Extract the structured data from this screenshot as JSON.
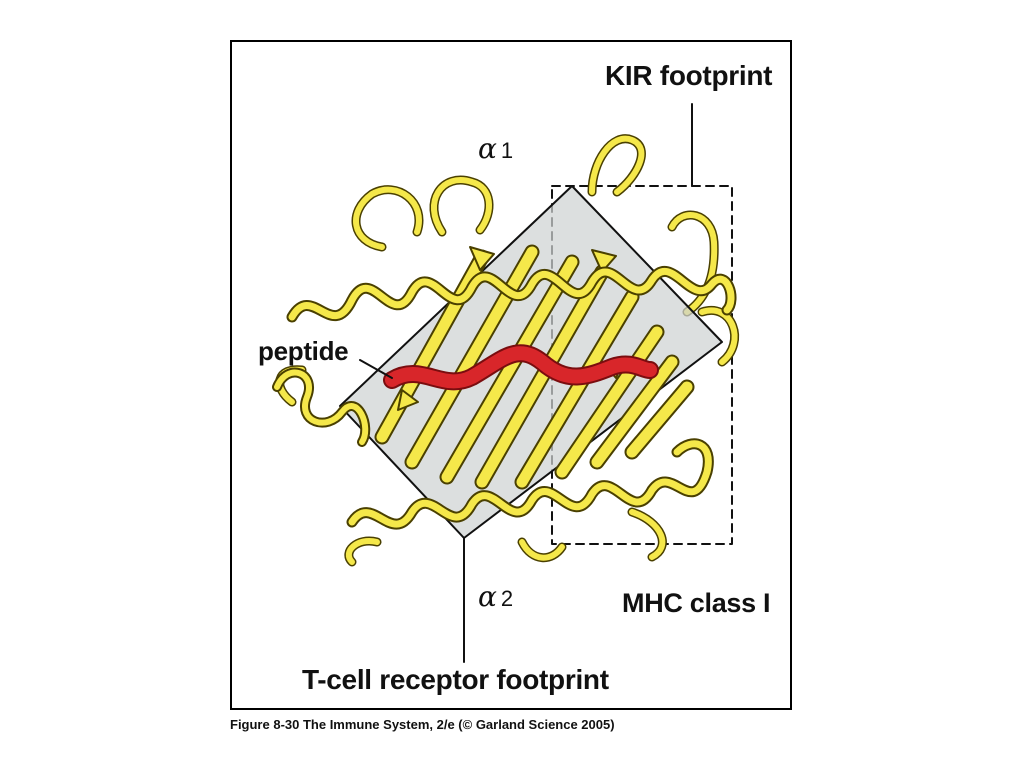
{
  "labels": {
    "kir_footprint": "KIR footprint",
    "peptide": "peptide",
    "mhc_class": "MHC class I",
    "tcr_footprint": "T-cell receptor footprint",
    "alpha1_symbol": "α",
    "alpha1_sub": "1",
    "alpha2_symbol": "α",
    "alpha2_sub": "2"
  },
  "caption": "Figure 8-30 The Immune System, 2/e (© Garland Science 2005)",
  "colors": {
    "ribbon_fill": "#f5e84a",
    "ribbon_outline": "#4a4000",
    "peptide": "#d8262a",
    "tcr_box_fill": "#cfd2d2",
    "outline": "#111111"
  }
}
